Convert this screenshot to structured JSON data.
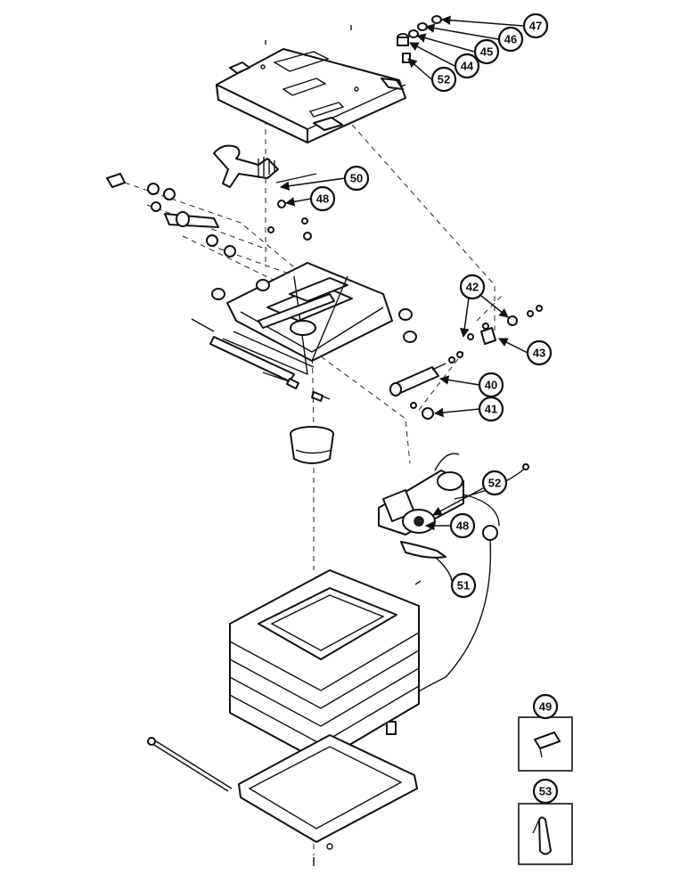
{
  "callouts": {
    "c47": "47",
    "c46": "46",
    "c45": "45",
    "c44": "44",
    "c52_top": "52",
    "c50": "50",
    "c48_top": "48",
    "c42": "42",
    "c43": "43",
    "c40": "40",
    "c41": "41",
    "c52_mid": "52",
    "c48_mid": "48",
    "c51": "51",
    "c49": "49",
    "c53": "53"
  }
}
